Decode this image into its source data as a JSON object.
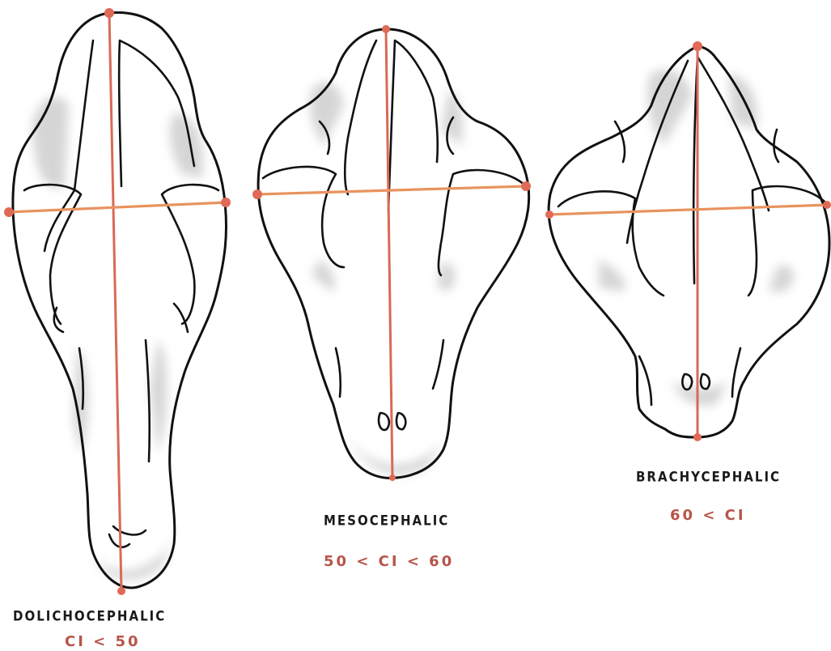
{
  "skulls": [
    {
      "name": "DOLICHOCEPHALIC",
      "ci": "CI < 50"
    },
    {
      "name": "MESOCEPHALIC",
      "ci": "50 < CI < 60"
    },
    {
      "name": "BRACHYCEPHALIC",
      "ci": "60 < CI"
    }
  ],
  "colors": {
    "length_line": "#d96a55",
    "width_line": "#e8935e",
    "ci_text": "#b8544a",
    "outline": "#111111",
    "shading": "#8a8a8a"
  }
}
